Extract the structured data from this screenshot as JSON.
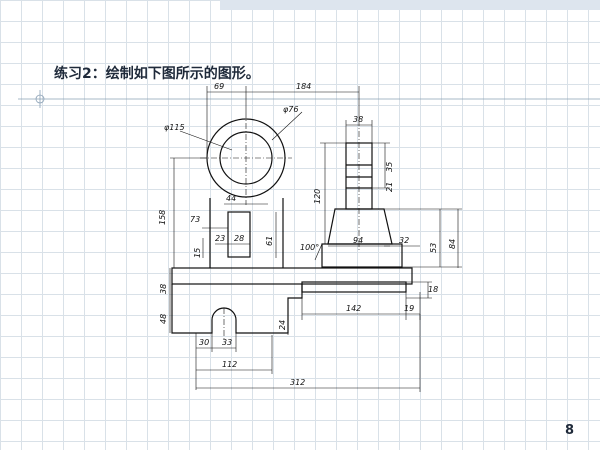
{
  "slide": {
    "title": "练习2：绘制如下图所示的图形。",
    "page_number": "8"
  },
  "dimensions": {
    "d69": "69",
    "d184": "184",
    "d76": "φ76",
    "d115": "φ115",
    "d38_top": "38",
    "d35": "35",
    "d21": "21",
    "d120": "120",
    "d158": "158",
    "d44": "44",
    "d73": "73",
    "d23": "23",
    "d28": "28",
    "d15": "15",
    "d61": "61",
    "d100": "100°",
    "d94": "94",
    "d32": "32",
    "d53": "53",
    "d84": "84",
    "d38_left": "38",
    "d18": "18",
    "d48": "48",
    "d142": "142",
    "d19": "19",
    "d24": "24",
    "d30": "30",
    "d33": "33",
    "d112": "112",
    "d312": "312"
  }
}
